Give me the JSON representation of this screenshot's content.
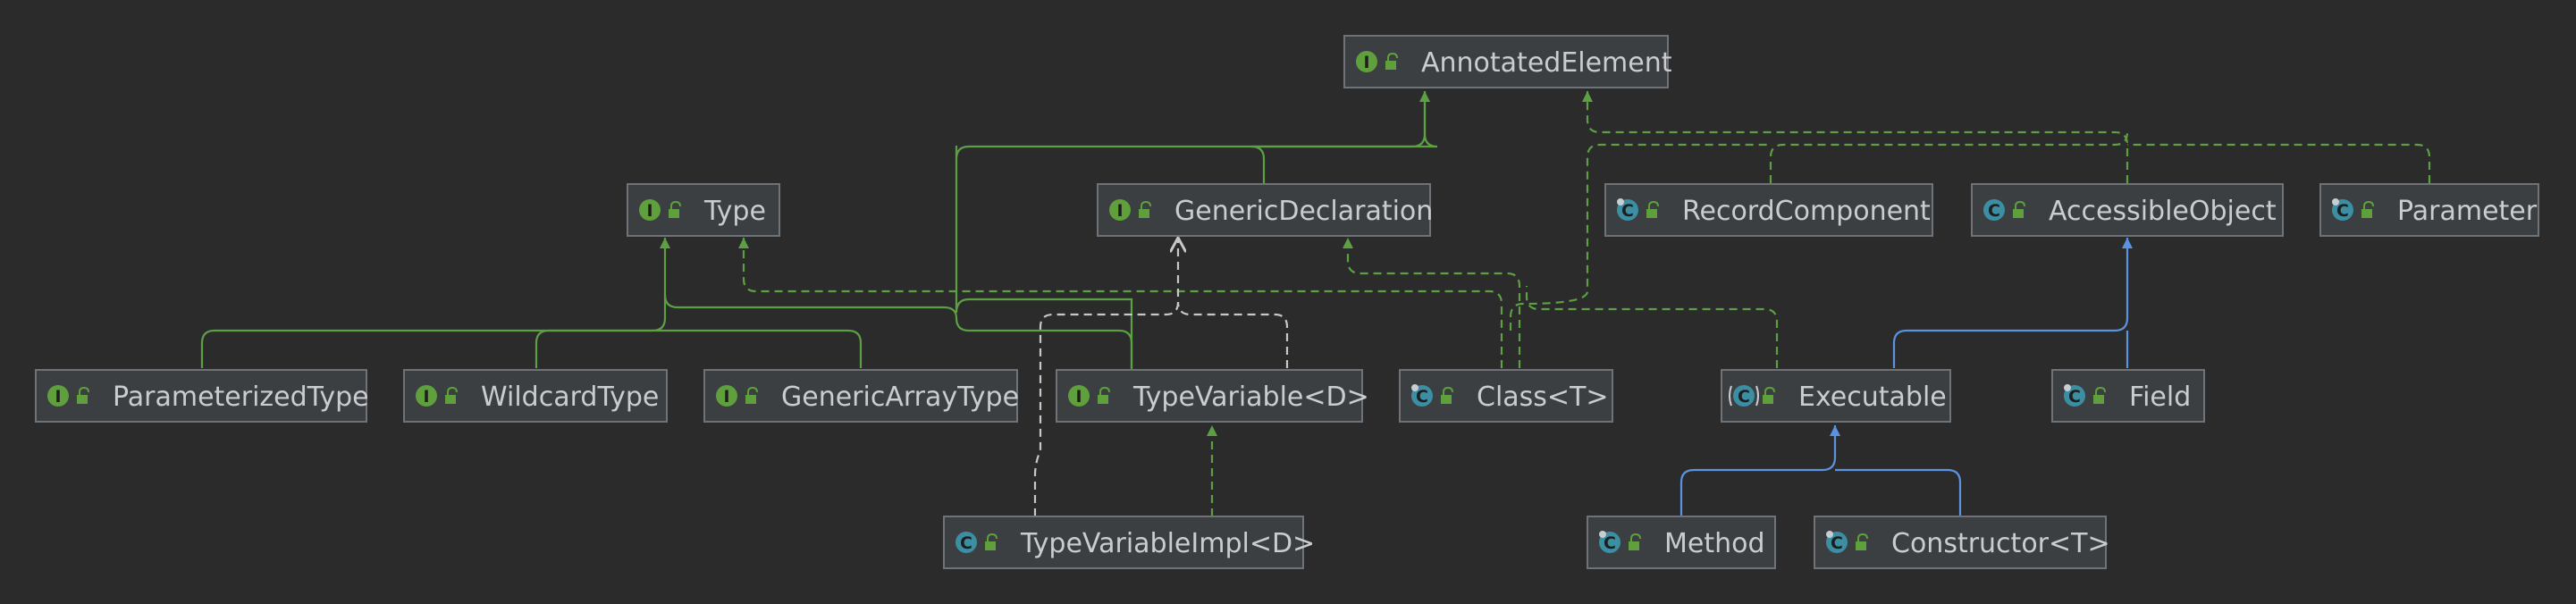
{
  "diagram": {
    "background": "#2b2b2b",
    "colors": {
      "interface": "#5fa03d",
      "class": "#3c8fa3",
      "extends_edge": "#5da043",
      "class_extends_edge": "#5b93e0",
      "dependency_edge": "#c8c8c8",
      "node_fill": "#3c3f41",
      "node_border": "#6f7276",
      "label": "#c9ccd0",
      "lock": "#5fa03d"
    },
    "nodes": [
      {
        "id": "annotated-element",
        "label": "AnnotatedElement",
        "kind": "interface"
      },
      {
        "id": "type",
        "label": "Type",
        "kind": "interface"
      },
      {
        "id": "generic-declaration",
        "label": "GenericDeclaration",
        "kind": "interface"
      },
      {
        "id": "record-component",
        "label": "RecordComponent",
        "kind": "final-class"
      },
      {
        "id": "accessible-object",
        "label": "AccessibleObject",
        "kind": "class"
      },
      {
        "id": "parameter",
        "label": "Parameter",
        "kind": "final-class"
      },
      {
        "id": "parameterized-type",
        "label": "ParameterizedType",
        "kind": "interface"
      },
      {
        "id": "wildcard-type",
        "label": "WildcardType",
        "kind": "interface"
      },
      {
        "id": "generic-array-type",
        "label": "GenericArrayType",
        "kind": "interface"
      },
      {
        "id": "type-variable",
        "label": "TypeVariable<D>",
        "kind": "interface"
      },
      {
        "id": "class-t",
        "label": "Class<T>",
        "kind": "final-class"
      },
      {
        "id": "executable",
        "label": "Executable",
        "kind": "abstract-class"
      },
      {
        "id": "field",
        "label": "Field",
        "kind": "final-class"
      },
      {
        "id": "type-variable-impl",
        "label": "TypeVariableImpl<D>",
        "kind": "class"
      },
      {
        "id": "method",
        "label": "Method",
        "kind": "final-class"
      },
      {
        "id": "constructor-t",
        "label": "Constructor<T>",
        "kind": "final-class"
      }
    ],
    "edges": [
      {
        "from": "generic-declaration",
        "to": "annotated-element",
        "type": "extends"
      },
      {
        "from": "type-variable",
        "to": "annotated-element",
        "type": "extends"
      },
      {
        "from": "record-component",
        "to": "annotated-element",
        "type": "implements"
      },
      {
        "from": "accessible-object",
        "to": "annotated-element",
        "type": "implements"
      },
      {
        "from": "parameter",
        "to": "annotated-element",
        "type": "implements"
      },
      {
        "from": "class-t",
        "to": "annotated-element",
        "type": "implements"
      },
      {
        "from": "parameterized-type",
        "to": "type",
        "type": "extends"
      },
      {
        "from": "wildcard-type",
        "to": "type",
        "type": "extends"
      },
      {
        "from": "generic-array-type",
        "to": "type",
        "type": "extends"
      },
      {
        "from": "type-variable",
        "to": "type",
        "type": "extends"
      },
      {
        "from": "class-t",
        "to": "type",
        "type": "implements"
      },
      {
        "from": "class-t",
        "to": "generic-declaration",
        "type": "implements"
      },
      {
        "from": "executable",
        "to": "generic-declaration",
        "type": "implements"
      },
      {
        "from": "type-variable-impl",
        "to": "generic-declaration",
        "type": "dependency"
      },
      {
        "from": "type-variable",
        "to": "generic-declaration",
        "type": "dependency"
      },
      {
        "from": "type-variable-impl",
        "to": "type-variable",
        "type": "implements"
      },
      {
        "from": "executable",
        "to": "accessible-object",
        "type": "class-extends"
      },
      {
        "from": "field",
        "to": "accessible-object",
        "type": "class-extends"
      },
      {
        "from": "method",
        "to": "executable",
        "type": "class-extends"
      },
      {
        "from": "constructor-t",
        "to": "executable",
        "type": "class-extends"
      }
    ]
  }
}
